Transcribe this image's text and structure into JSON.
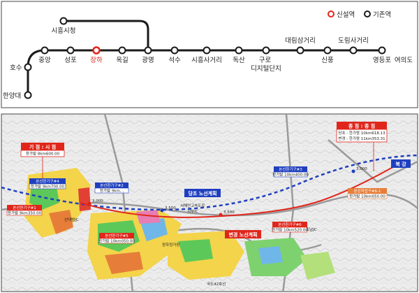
{
  "legend": {
    "new_station": "신설역",
    "existing_station": "기존역"
  },
  "colors": {
    "line": "#1a1a1a",
    "new_station": "#e0261b",
    "route_original": "#1f3fbf",
    "route_changed": "#e0261b"
  },
  "route_stations": [
    {
      "name": "한양대",
      "kind": "existing"
    },
    {
      "name": "호수",
      "kind": "existing"
    },
    {
      "name": "중앙",
      "kind": "existing"
    },
    {
      "name": "성포",
      "kind": "existing"
    },
    {
      "name": "장하",
      "kind": "new"
    },
    {
      "name": "옥길",
      "kind": "existing"
    },
    {
      "name": "광명",
      "kind": "existing"
    },
    {
      "name": "석수",
      "kind": "existing"
    },
    {
      "name": "시흥사거리",
      "kind": "existing"
    },
    {
      "name": "독산",
      "kind": "existing"
    },
    {
      "name": "구로\n디지털단지",
      "kind": "existing"
    },
    {
      "name": "대림삼거리",
      "kind": "existing"
    },
    {
      "name": "신풍",
      "kind": "existing"
    },
    {
      "name": "도림사거리",
      "kind": "existing"
    },
    {
      "name": "영등포",
      "kind": "existing"
    },
    {
      "name": "여의도",
      "kind": "existing"
    }
  ],
  "branch_station": {
    "name": "시흥시청",
    "kind": "existing"
  },
  "map": {
    "start_label": "기 점 : 시 점",
    "start_sub": "한가람 8km600.00",
    "end_label": "종 점 : 종 점",
    "end_sub_1": "당초 : 한가람 10km618.13",
    "end_sub_2": "변경 : 한가람 11km353.31",
    "north_label": "북 강",
    "original_plan": "당초 노선계획",
    "changed_plan": "변경 노선계획",
    "district_1": "본선환기구#1",
    "district_1_sub": "한가람 9km350.00",
    "district_2": "본선환기구#2",
    "district_2_sub": "한가람 9km...",
    "district_3": "본선환기구#3",
    "district_3_sub": "한가람 10km400.00",
    "district_4": "본선환기구#4",
    "district_4_sub": "한가람 9km700.00",
    "district_5": "본선환기구#5",
    "district_5_sub": "한가람 10km050.00",
    "district_6": "본선환기구#6",
    "district_6_sub": "한가람 10km520.00",
    "district_7": "본선작업구#6-1",
    "district_7_sub": "한가람 10km050.00",
    "junction_1": "신대방JC",
    "junction_2": "조남JC",
    "junction_3": "서해안고속도로",
    "junction_4": "서부IC",
    "tunnel_label": "장하정거장",
    "road_label": "국도42호선",
    "km_1": "3,000",
    "km_2": "3,500",
    "km_3": "3,500",
    "km_4": "3,000"
  }
}
